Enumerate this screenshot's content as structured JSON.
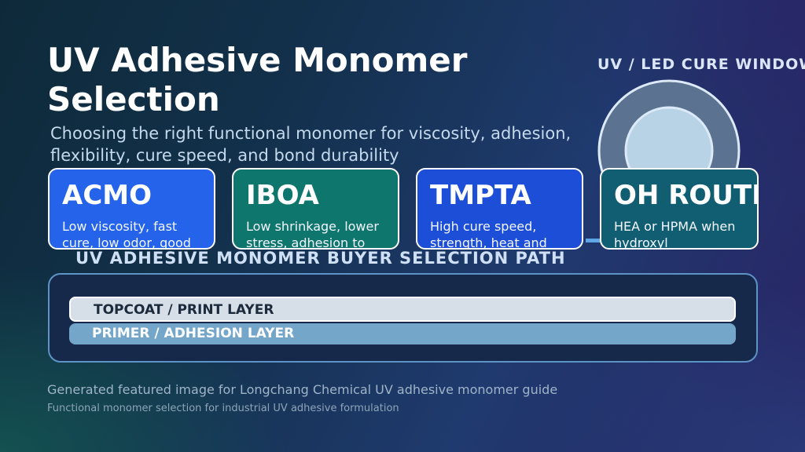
{
  "title": "UV Adhesive Monomer Selection",
  "subtitle": "Choosing the right functional monomer for viscosity, adhesion, flexibility, cure speed, and bond durability",
  "cure_window": {
    "label": "UV / LED CURE WINDOW",
    "colors": {
      "outer_ring": "#5b7290",
      "inner_core": "#b8d2e6",
      "stroke": "#dce9f8"
    }
  },
  "cards": [
    {
      "title": "ACMO",
      "desc": "Low viscosity, fast cure, low odor, good adhesion for PVA",
      "color": "#2563eb"
    },
    {
      "title": "IBOA",
      "desc": "Low shrinkage, lower stress, adhesion to plastics",
      "color": "#0f766e"
    },
    {
      "title": "TMPTA",
      "desc": "High cure speed, strength, heat and solvent resistance,",
      "color": "#1d4ed8"
    },
    {
      "title": "OH ROUTE",
      "desc": "HEA or HPMA when hydroxyl functionality and",
      "color": "#115e73"
    }
  ],
  "selection_path": {
    "title": "UV ADHESIVE MONOMER BUYER SELECTION PATH",
    "layers": {
      "top": "TOPCOAT / PRINT LAYER",
      "primer": "PRIMER / ADHESION LAYER"
    }
  },
  "caption": "Generated featured image for Longchang Chemical UV adhesive monomer guide",
  "caption2": "Functional monomer selection for industrial UV adhesive formulation"
}
